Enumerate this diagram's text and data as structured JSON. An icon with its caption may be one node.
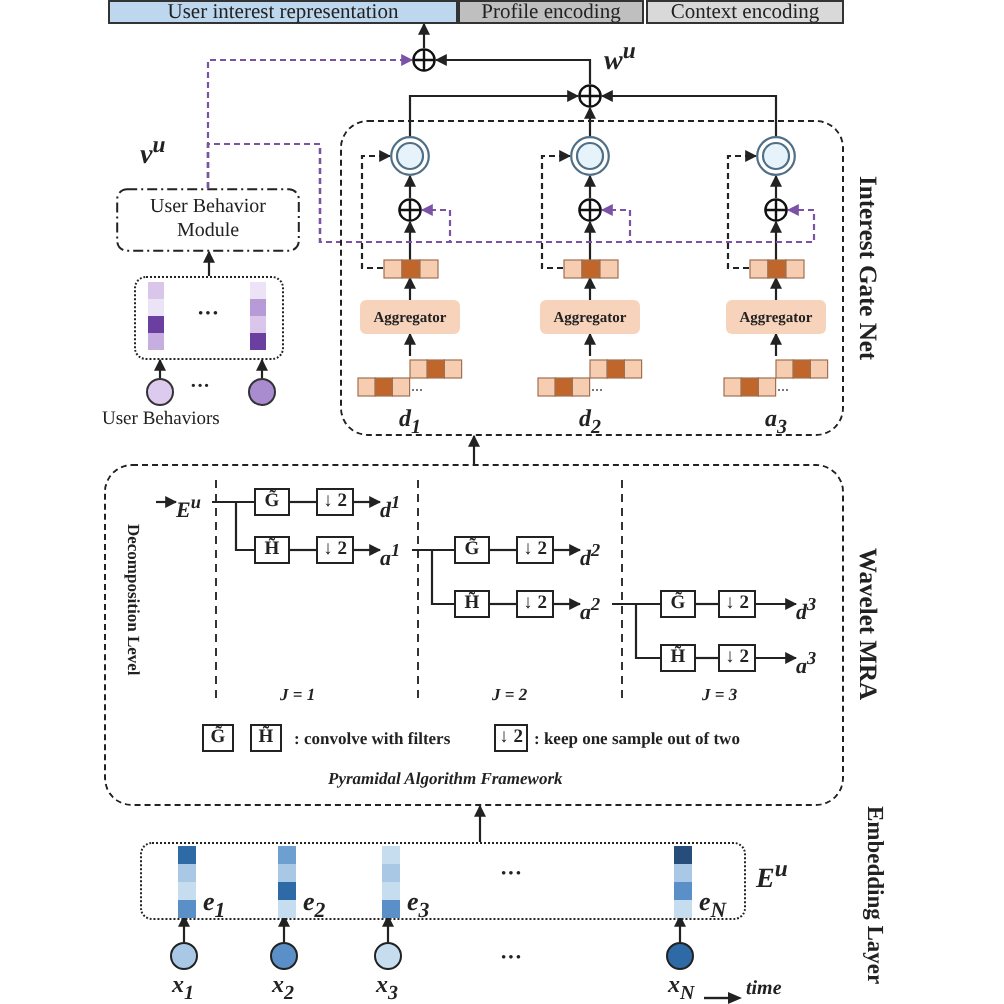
{
  "diagram": {
    "nodes": [
      {
        "text": [
          "User interest representation"
        ]
      },
      {
        "text": [
          "Profile encoding"
        ]
      },
      {
        "text": [
          "Context encoding"
        ]
      },
      {
        "text": [],
        "shape": "circle"
      },
      {
        "text": [],
        "shape": "circle"
      },
      {
        "text": [
          "Interest Gate Net"
        ]
      },
      {
        "text": [],
        "shape": "circle",
        "in": 5
      },
      {
        "text": [],
        "shape": "circle",
        "in": 5
      },
      {
        "text": [],
        "shape": "circle",
        "in": 5
      },
      {
        "text": [],
        "shape": "circle",
        "in": 5
      },
      {
        "text": [],
        "shape": "circle",
        "in": 5
      },
      {
        "text": [],
        "shape": "circle",
        "in": 5
      },
      {
        "text": [],
        "shape": "bar",
        "in": 5
      },
      {
        "text": [],
        "shape": "bar",
        "in": 5
      },
      {
        "text": [],
        "shape": "bar",
        "in": 5
      },
      {
        "text": [
          "Aggregator"
        ],
        "in": 5
      },
      {
        "text": [
          "Aggregator"
        ],
        "in": 5
      },
      {
        "text": [
          "Aggregator"
        ],
        "in": 5
      },
      {
        "text": [
          "d$_{1}$"
        ],
        "in": 5
      },
      {
        "text": [
          "d$_{2}$"
        ],
        "in": 5
      },
      {
        "text": [
          "a$_{3}$"
        ],
        "in": 5
      },
      {
        "text": [
          "User Behavior Module"
        ],
        "beside": [
          "v$^{u}$"
        ]
      },
      {
        "text": [
          "···"
        ]
      },
      {
        "text": [],
        "shape": "circle"
      },
      {
        "text": [],
        "shape": "circle"
      },
      {
        "text": [
          "Wavelet MRA"
        ]
      },
      {
        "text": [
          "E$^{u}$"
        ],
        "in": 25
      },
      {
        "text": [
          "G̃"
        ],
        "in": 25
      },
      {
        "text": [
          "↓ 2"
        ],
        "in": 25
      },
      {
        "text": [
          "d$^{1}$"
        ],
        "in": 25
      },
      {
        "text": [
          "H̃"
        ],
        "in": 25
      },
      {
        "text": [
          "↓ 2"
        ],
        "in": 25
      },
      {
        "text": [
          "a$^{1}$"
        ],
        "in": 25
      },
      {
        "text": [
          "G̃"
        ],
        "in": 25
      },
      {
        "text": [
          "↓ 2"
        ],
        "in": 25
      },
      {
        "text": [
          "d$^{2}$"
        ],
        "in": 25
      },
      {
        "text": [
          "H̃"
        ],
        "in": 25
      },
      {
        "text": [
          "↓ 2"
        ],
        "in": 25
      },
      {
        "text": [
          "a$^{2}$"
        ],
        "in": 25
      },
      {
        "text": [
          "G̃"
        ],
        "in": 25
      },
      {
        "text": [
          "↓ 2"
        ],
        "in": 25
      },
      {
        "text": [
          "d$^{3}$"
        ],
        "in": 25
      },
      {
        "text": [
          "H̃"
        ],
        "in": 25
      },
      {
        "text": [
          "↓ 2"
        ],
        "in": 25
      },
      {
        "text": [
          "a$^{3}$"
        ],
        "in": 25
      },
      {
        "text": [
          "G̃"
        ],
        "in": 25
      },
      {
        "text": [
          "H̃"
        ],
        "in": 25
      },
      {
        "text": [
          "↓ 2"
        ],
        "in": 25
      },
      {
        "text": [],
        "shape": "box",
        "beside": [
          "E$^{u}$"
        ]
      },
      {
        "text": [
          "e$_{1}$"
        ],
        "in": 48
      },
      {
        "text": [
          "e$_{2}$"
        ],
        "in": 48
      },
      {
        "text": [
          "e$_{3}$"
        ],
        "in": 48
      },
      {
        "text": [
          "e$_{N}$"
        ],
        "in": 48
      },
      {
        "text": [],
        "shape": "circle",
        "beside": [
          "x$_{1}$"
        ]
      },
      {
        "text": [],
        "shape": "circle",
        "beside": [
          "x$_{2}$"
        ]
      },
      {
        "text": [],
        "shape": "circle",
        "beside": [
          "x$_{3}$"
        ]
      },
      {
        "text": [],
        "shape": "circle",
        "beside": [
          "x$_{N}$"
        ]
      }
    ],
    "edges": [
      {
        "from": 3,
        "to": 0,
        "arrow": "to"
      },
      {
        "from": 4,
        "to": 3,
        "arrow": "to"
      },
      {
        "from": 6,
        "to": 4,
        "arrow": "to"
      },
      {
        "from": 7,
        "to": 4,
        "arrow": "to"
      },
      {
        "from": 8,
        "to": 4,
        "arrow": "to"
      },
      {
        "from": 9,
        "to": 6,
        "arrow": "to"
      },
      {
        "from": 10,
        "to": 7,
        "arrow": "to"
      },
      {
        "from": 11,
        "to": 8,
        "arrow": "to"
      },
      {
        "from": 12,
        "to": 9,
        "arrow": "to"
      },
      {
        "from": 13,
        "to": 10,
        "arrow": "to"
      },
      {
        "from": 14,
        "to": 11,
        "arrow": "to"
      },
      {
        "from": 12,
        "to": 6,
        "arrow": "to",
        "style": "dashed"
      },
      {
        "from": 13,
        "to": 7,
        "arrow": "to",
        "style": "dashed"
      },
      {
        "from": 14,
        "to": 8,
        "arrow": "to",
        "style": "dashed"
      },
      {
        "from": 15,
        "to": 12,
        "arrow": "to"
      },
      {
        "from": 16,
        "to": 13,
        "arrow": "to"
      },
      {
        "from": 17,
        "to": 14,
        "arrow": "to"
      },
      {
        "from": 18,
        "to": 15,
        "arrow": "to"
      },
      {
        "from": 19,
        "to": 16,
        "arrow": "to"
      },
      {
        "from": 20,
        "to": 17,
        "arrow": "to"
      },
      {
        "from": 21,
        "to": 3,
        "arrow": "to",
        "style": "dashed",
        "color": "#7b52a6"
      },
      {
        "from": 21,
        "to": 9,
        "arrow": "to",
        "style": "dashed",
        "color": "#7b52a6"
      },
      {
        "from": 21,
        "to": 10,
        "arrow": "to",
        "style": "dashed",
        "color": "#7b52a6"
      },
      {
        "from": 21,
        "to": 11,
        "arrow": "to",
        "style": "dashed",
        "color": "#7b52a6"
      },
      {
        "from": 22,
        "to": 21,
        "arrow": "to"
      },
      {
        "from": 23,
        "to": 22,
        "arrow": "to"
      },
      {
        "from": 24,
        "to": 22,
        "arrow": "to"
      },
      {
        "from": 25,
        "to": 5,
        "arrow": "to"
      },
      {
        "from": null,
        "to": 26,
        "arrow": "to"
      },
      {
        "from": 26,
        "to": 27,
        "arrow": "none"
      },
      {
        "from": 26,
        "to": 30,
        "arrow": "none"
      },
      {
        "from": 27,
        "to": 28,
        "arrow": "none"
      },
      {
        "from": 28,
        "to": 29,
        "arrow": "to"
      },
      {
        "from": 30,
        "to": 31,
        "arrow": "none"
      },
      {
        "from": 31,
        "to": 32,
        "arrow": "to"
      },
      {
        "from": 32,
        "to": 33,
        "arrow": "none"
      },
      {
        "from": 32,
        "to": 36,
        "arrow": "none"
      },
      {
        "from": 33,
        "to": 34,
        "arrow": "none"
      },
      {
        "from": 34,
        "to": 35,
        "arrow": "to"
      },
      {
        "from": 36,
        "to": 37,
        "arrow": "none"
      },
      {
        "from": 37,
        "to": 38,
        "arrow": "to"
      },
      {
        "from": 38,
        "to": 39,
        "arrow": "none"
      },
      {
        "from": 38,
        "to": 42,
        "arrow": "none"
      },
      {
        "from": 39,
        "to": 40,
        "arrow": "none"
      },
      {
        "from": 40,
        "to": 41,
        "arrow": "to"
      },
      {
        "from": 42,
        "to": 43,
        "arrow": "none"
      },
      {
        "from": 43,
        "to": 44,
        "arrow": "to"
      },
      {
        "from": 48,
        "to": 25,
        "arrow": "to"
      },
      {
        "from": 53,
        "to": 49,
        "arrow": "to"
      },
      {
        "from": 54,
        "to": 50,
        "arrow": "to"
      },
      {
        "from": 55,
        "to": 51,
        "arrow": "to"
      },
      {
        "from": 56,
        "to": 52,
        "arrow": "to"
      }
    ],
    "labels": [
      "w$^{u}$",
      "···",
      "User Behaviors",
      "Decomposition Level",
      "J = 1",
      "J = 2",
      "J = 3",
      ": convolve with filters",
      ": keep one sample out of two",
      "Pyramidal Algorithm Framework",
      "···",
      "···",
      "time",
      "Embedding Layer"
    ]
  }
}
